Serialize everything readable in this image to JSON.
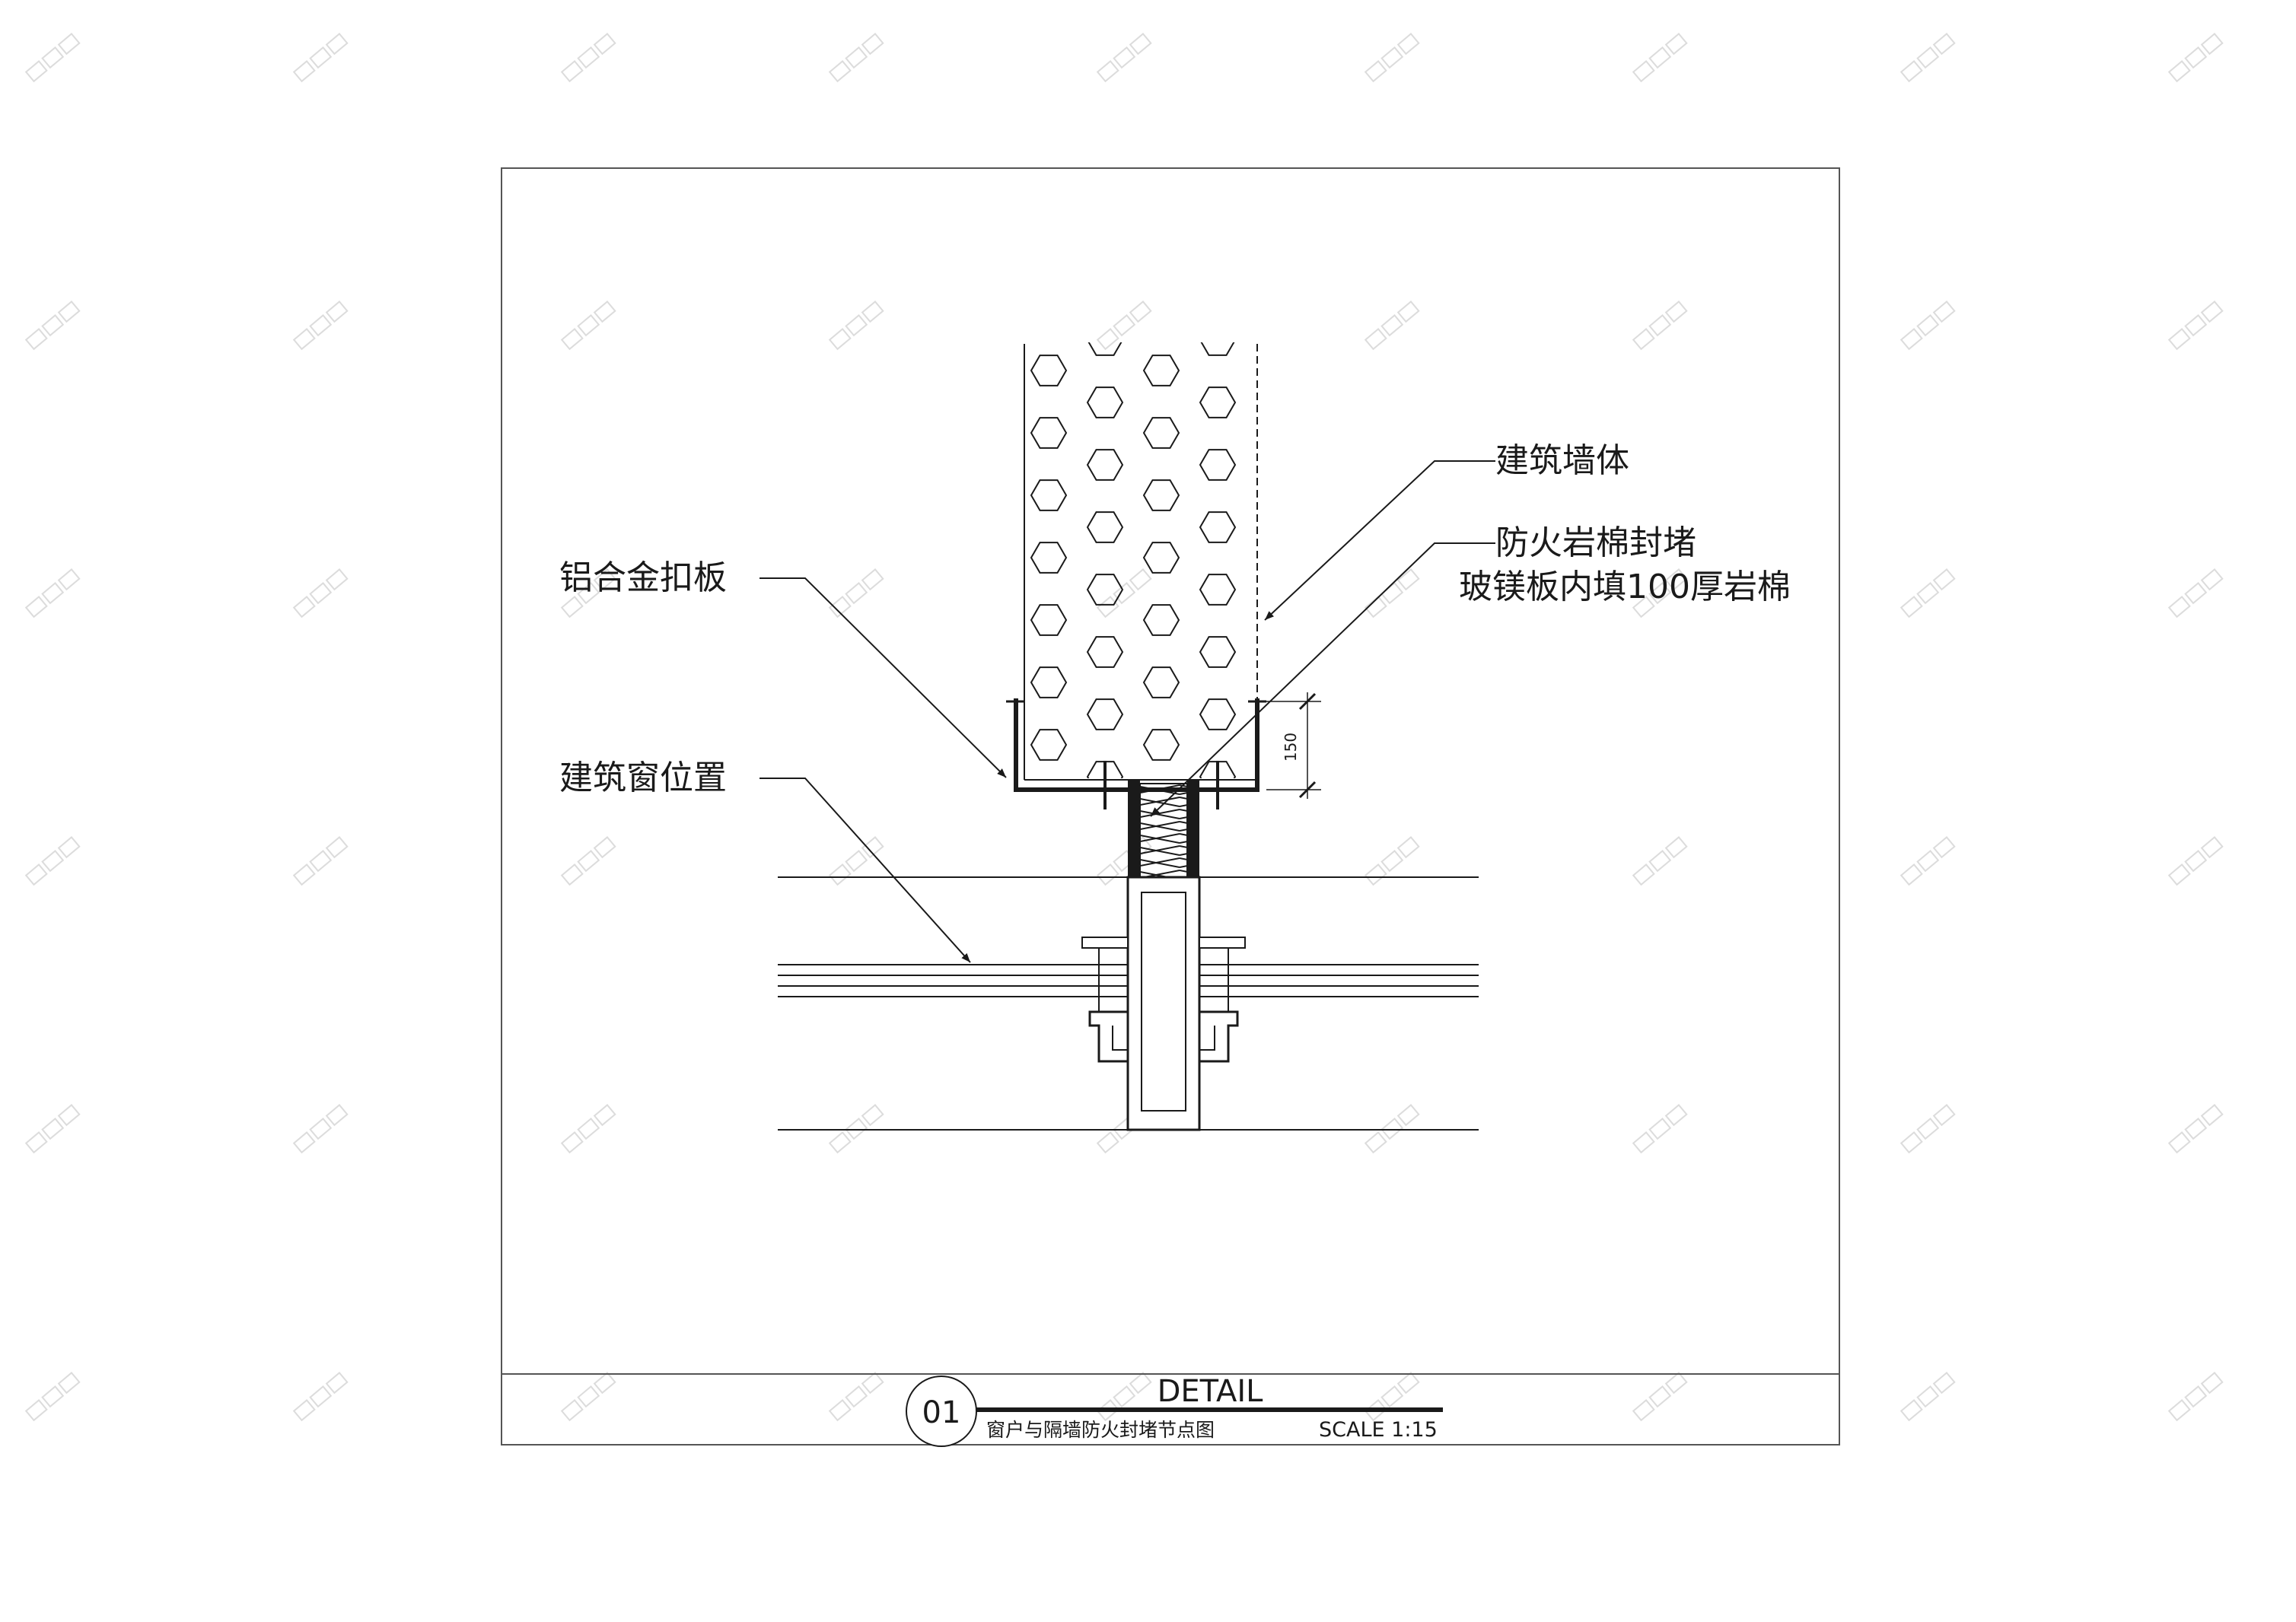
{
  "labels": {
    "wall": "建筑墙体",
    "firestop_line1": "防火岩棉封堵",
    "firestop_line2": "玻镁板内填100厚岩棉",
    "cover_plate": "铝合金扣板",
    "window": "建筑窗位置",
    "dimension": "150"
  },
  "title_block": {
    "number": "01",
    "heading": "DETAIL",
    "subtitle": "窗户与隔墙防火封堵节点图",
    "scale": "SCALE 1:15"
  },
  "colors": {
    "line": "#1a1a1a",
    "frame": "#555555",
    "watermark": "#dcdcdc"
  }
}
